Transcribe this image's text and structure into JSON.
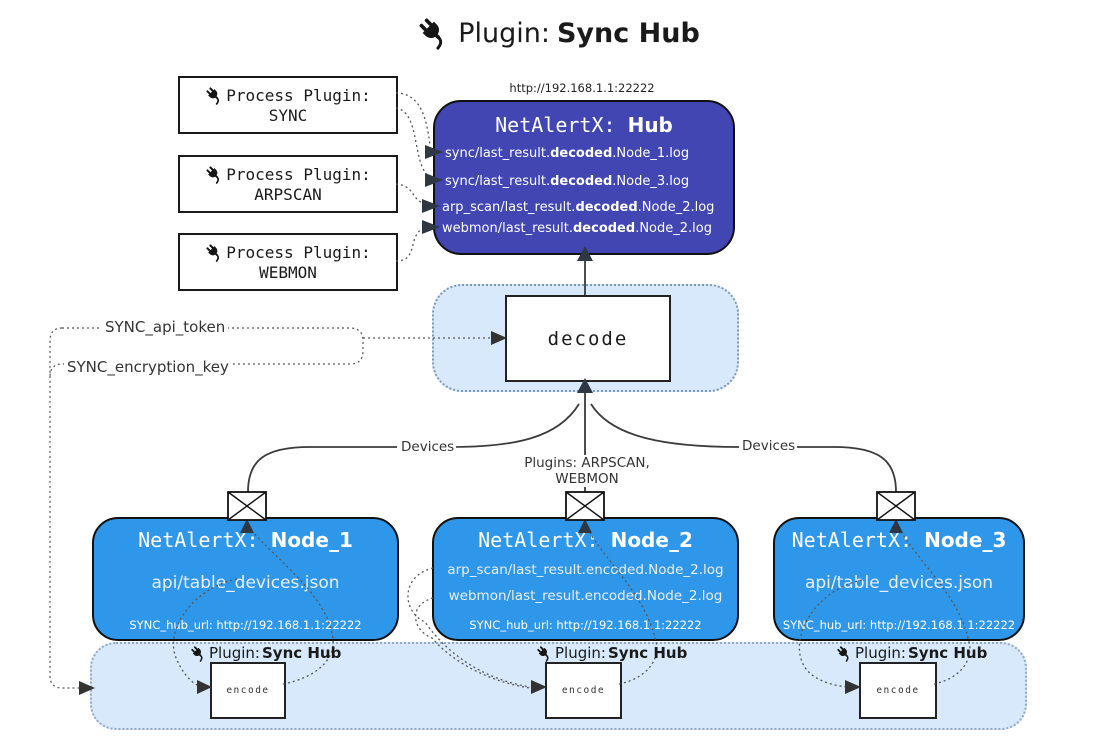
{
  "title": {
    "prefix": "Plugin: ",
    "bold": "Sync Hub"
  },
  "process_plugins": [
    {
      "label": "Process Plugin:",
      "name": "SYNC"
    },
    {
      "label": "Process Plugin:",
      "name": "ARPSCAN"
    },
    {
      "label": "Process Plugin:",
      "name": "WEBMON"
    }
  ],
  "hub": {
    "url": "http://192.168.1.1:22222",
    "title_prefix": "NetAlertX: ",
    "title_bold": "Hub",
    "logs": [
      {
        "pre": "sync/last_result.",
        "bold": "decoded",
        "post": ".Node_1.log"
      },
      {
        "pre": "sync/last_result.",
        "bold": "decoded",
        "post": ".Node_3.log"
      },
      {
        "pre": "arp_scan/last_result.",
        "bold": "decoded",
        "post": ".Node_2.log"
      },
      {
        "pre": "webmon/last_result.",
        "bold": "decoded",
        "post": ".Node_2.log"
      }
    ]
  },
  "decode": {
    "label": "decode"
  },
  "keys": {
    "api_token": "SYNC_api_token",
    "encryption_key": "SYNC_encryption_key"
  },
  "edges": {
    "devices_left": "Devices",
    "plugins_center": "Plugins: ARPSCAN, WEBMON",
    "devices_right": "Devices"
  },
  "nodes": [
    {
      "title_prefix": "NetAlertX: ",
      "title_bold": "Node_1",
      "file1": "api/table_devices.json",
      "hub_url": "SYNC_hub_url: http://192.168.1.1:22222"
    },
    {
      "title_prefix": "NetAlertX: ",
      "title_bold": "Node_2",
      "file1": "arp_scan/last_result.encoded.Node_2.log",
      "file2": "webmon/last_result.encoded.Node_2.log",
      "hub_url": "SYNC_hub_url: http://192.168.1.1:22222"
    },
    {
      "title_prefix": "NetAlertX: ",
      "title_bold": "Node_3",
      "file1": "api/table_devices.json",
      "hub_url": "SYNC_hub_url: http://192.168.1.1:22222"
    }
  ],
  "encode_groups": [
    {
      "prefix": "Plugin: ",
      "bold": "Sync Hub",
      "box": "encode"
    },
    {
      "prefix": "Plugin: ",
      "bold": "Sync Hub",
      "box": "encode"
    },
    {
      "prefix": "Plugin: ",
      "bold": "Sync Hub",
      "box": "encode"
    }
  ],
  "colors": {
    "hub_fill": "#4146b3",
    "node_fill": "#2f97e9",
    "panel_fill": "#d7e9fa",
    "line": "#3b3b3b"
  }
}
